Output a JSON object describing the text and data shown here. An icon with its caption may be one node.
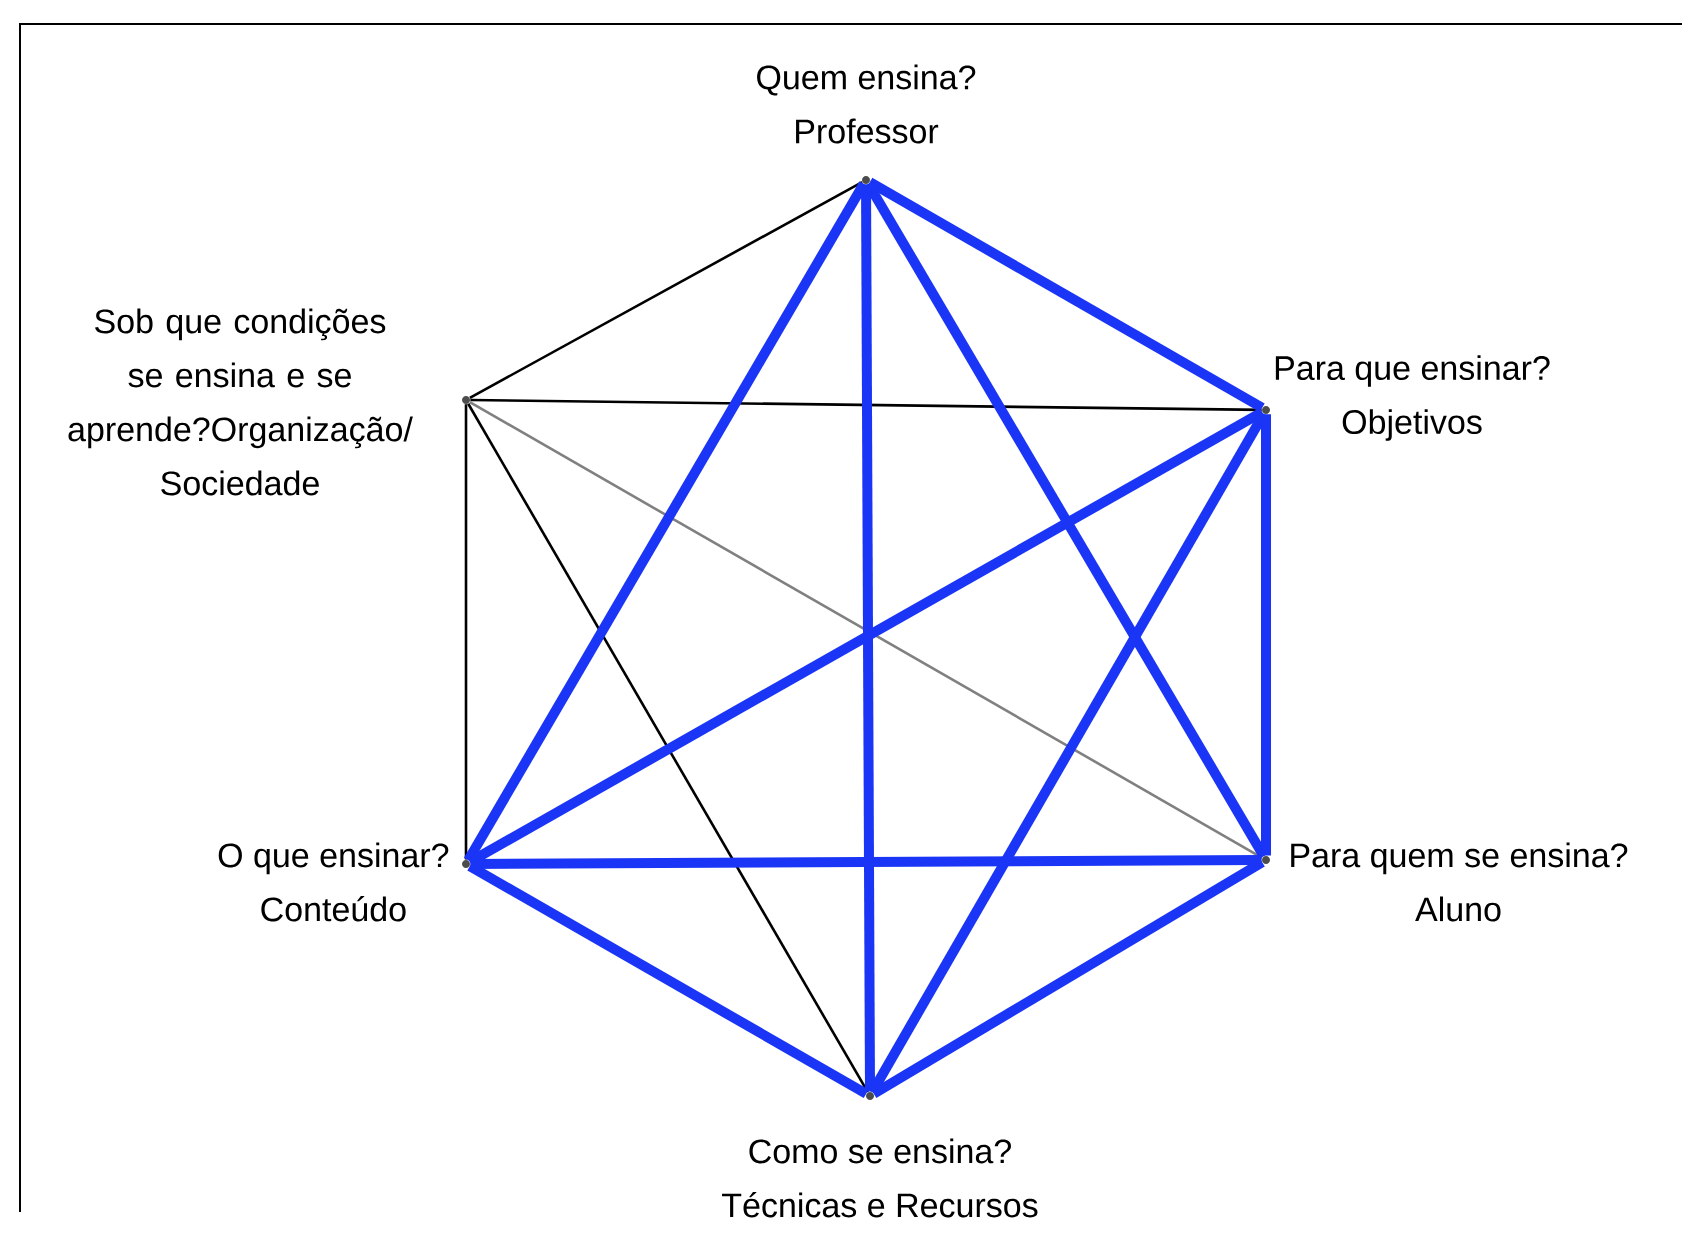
{
  "diagram": {
    "nodes": [
      {
        "text": [],
        "shape": "circle",
        "beside": [
          "Quem ensina?",
          "Professor"
        ]
      },
      {
        "text": [],
        "shape": "circle",
        "beside": [
          "Para que ensinar?",
          "Objetivos"
        ]
      },
      {
        "text": [],
        "shape": "circle",
        "beside": [
          "Para quem se ensina?",
          "Aluno"
        ]
      },
      {
        "text": [],
        "shape": "circle",
        "beside": [
          "Como se ensina?",
          "Técnicas e Recursos"
        ]
      },
      {
        "text": [],
        "shape": "circle",
        "beside": [
          "O que ensinar?",
          "Conteúdo"
        ]
      },
      {
        "text": [],
        "shape": "circle",
        "beside": [
          "Sob que condições se ensina e se aprende?Organização/ Sociedade"
        ]
      }
    ],
    "edges": [
      {
        "from": 5,
        "to": 0,
        "arrow": "none",
        "color": "#000000"
      },
      {
        "from": 5,
        "to": 1,
        "arrow": "none",
        "color": "#000000"
      },
      {
        "from": 5,
        "to": 2,
        "arrow": "none",
        "color": "#808080"
      },
      {
        "from": 5,
        "to": 3,
        "arrow": "none",
        "color": "#000000"
      },
      {
        "from": 5,
        "to": 4,
        "arrow": "none",
        "color": "#000000"
      },
      {
        "from": 0,
        "to": 1,
        "arrow": "none"
      },
      {
        "from": 0,
        "to": 2,
        "arrow": "none"
      },
      {
        "from": 0,
        "to": 3,
        "arrow": "none"
      },
      {
        "from": 0,
        "to": 4,
        "arrow": "none"
      },
      {
        "from": 1,
        "to": 2,
        "arrow": "none"
      },
      {
        "from": 1,
        "to": 4,
        "arrow": "none"
      },
      {
        "from": 1,
        "to": 3,
        "arrow": "none"
      },
      {
        "from": 2,
        "to": 4,
        "arrow": "none"
      },
      {
        "from": 2,
        "to": 3,
        "arrow": "none"
      },
      {
        "from": 4,
        "to": 3,
        "arrow": "none"
      }
    ]
  }
}
